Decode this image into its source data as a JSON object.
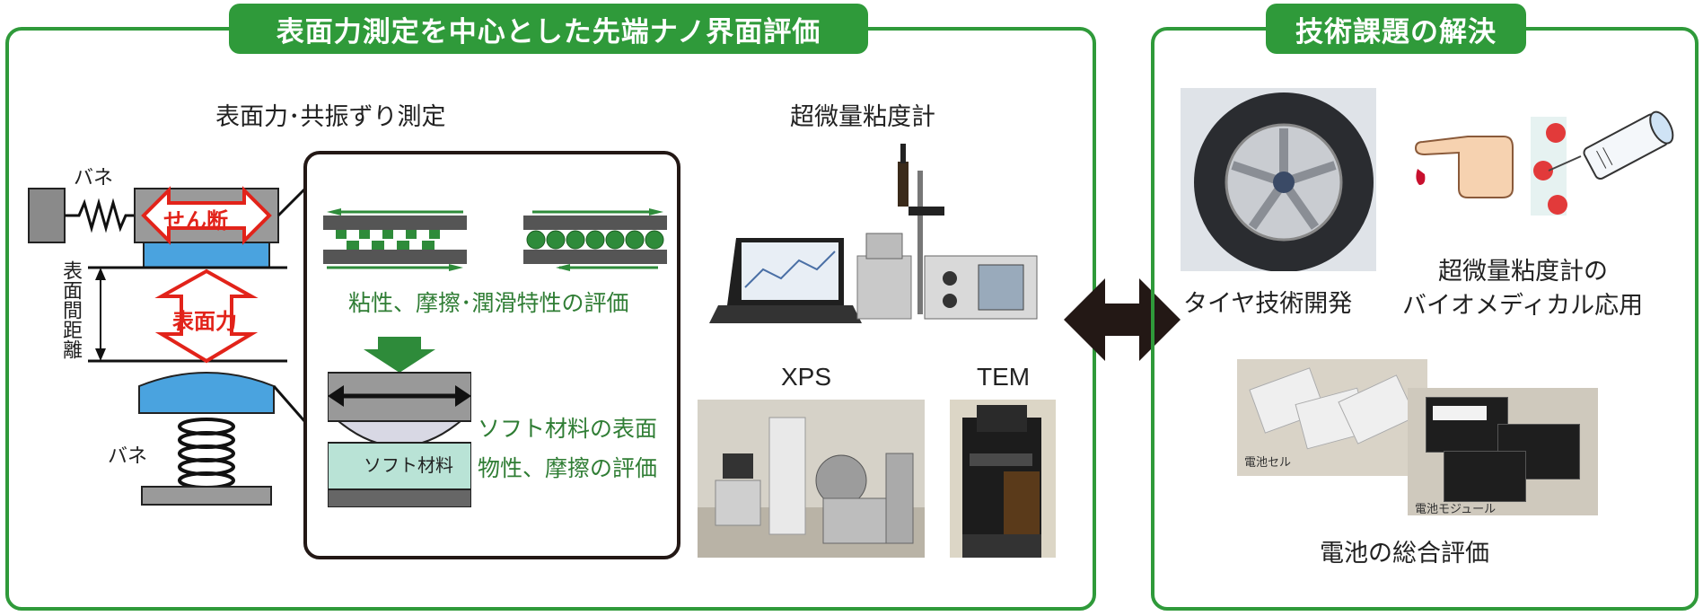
{
  "left_panel": {
    "title": "表面力測定を中心とした先端ナノ界面評価",
    "surface_force": {
      "title": "表面力･共振ずり測定",
      "spring_top": "バネ",
      "spring_bottom": "バネ",
      "shear": "せん断",
      "force": "表面力",
      "distance": "表面間距離",
      "soft_material": "ソフト材料",
      "eval_viscosity": "粘性、摩擦･潤滑特性の評価",
      "eval_soft_line1": "ソフト材料の表面",
      "eval_soft_line2": "物性、摩擦の評価"
    },
    "viscometer_title": "超微量粘度計",
    "xps_title": "XPS",
    "tem_title": "TEM"
  },
  "right_panel": {
    "title": "技術課題の解決",
    "tire_label": "タイヤ技術開発",
    "bio_label_line1": "超微量粘度計の",
    "bio_label_line2": "バイオメディカル応用",
    "battery_cell_label": "電池セル",
    "battery_module_label": "電池モジュール",
    "battery_label": "電池の総合評価"
  },
  "colors": {
    "accent_green": "#2f9a3a",
    "text_green": "#2f7d34",
    "arrow_red": "#e2231a",
    "blue_surface": "#4aa3df",
    "dark": "#231815"
  }
}
